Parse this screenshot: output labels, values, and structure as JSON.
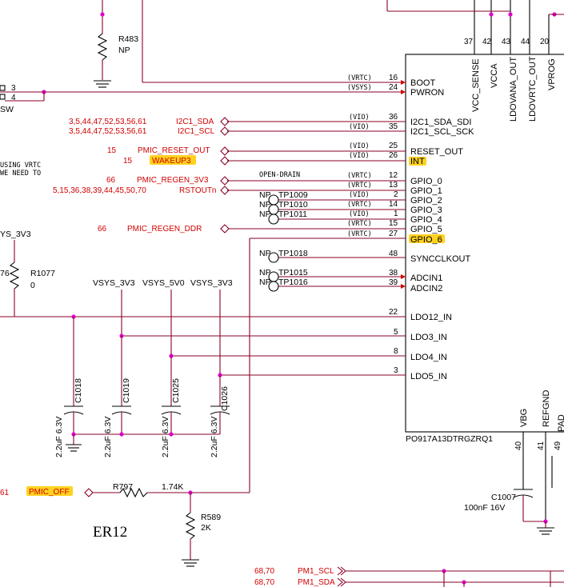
{
  "chip": {
    "part": "PO917A13DTRGZRQ1",
    "top_pins": [
      {
        "num": "37",
        "name": "VCC_SENSE"
      },
      {
        "num": "42",
        "name": "VCCA"
      },
      {
        "num": "43",
        "name": "LDOVANA_OUT"
      },
      {
        "num": "44",
        "name": "LDOVRTC_OUT"
      },
      {
        "num": "20",
        "name": "VPROG"
      }
    ],
    "left_pins": [
      {
        "num": "16",
        "name": "BOOT"
      },
      {
        "num": "24",
        "name": "PWRON"
      },
      {
        "num": "36",
        "name": "I2C1_SDA_SDI"
      },
      {
        "num": "35",
        "name": "I2C1_SCL_SCK"
      },
      {
        "num": "25",
        "name": "RESET_OUT"
      },
      {
        "num": "26",
        "name": "INT"
      },
      {
        "num": "12",
        "name": "GPIO_0"
      },
      {
        "num": "13",
        "name": "GPIO_1"
      },
      {
        "num": "2",
        "name": "GPIO_2"
      },
      {
        "num": "14",
        "name": "GPIO_3"
      },
      {
        "num": "1",
        "name": "GPIO_4"
      },
      {
        "num": "15",
        "name": "GPIO_5"
      },
      {
        "num": "27",
        "name": "GPIO_6"
      },
      {
        "num": "48",
        "name": "SYNCCLKOUT"
      },
      {
        "num": "38",
        "name": "ADCIN1"
      },
      {
        "num": "39",
        "name": "ADCIN2"
      },
      {
        "num": "22",
        "name": "LDO12_IN"
      },
      {
        "num": "5",
        "name": "LDO3_IN"
      },
      {
        "num": "8",
        "name": "LDO4_IN"
      },
      {
        "num": "3",
        "name": "LDO5_IN"
      }
    ],
    "bottom_pins": [
      {
        "num": "40",
        "name": "VBG"
      },
      {
        "num": "41",
        "name": "REFGND"
      },
      {
        "num": "49",
        "name": "PAD"
      }
    ]
  },
  "rails": {
    "vrtc": "(VRTC)",
    "vsys": "(VSYS)",
    "vio": "(VIO)",
    "open_drain": "OPEN-DRAIN"
  },
  "nets": {
    "i2c_sda": {
      "label": "I2C1_SDA",
      "refs": "3,5,44,47,52,53,56,61"
    },
    "i2c_scl": {
      "label": "I2C1_SCL",
      "refs": "3,5,44,47,52,53,56,61"
    },
    "reset_out": {
      "label": "PMIC_RESET_OUT",
      "refs": "15"
    },
    "wakeup3": {
      "label": "WAKEUP3",
      "refs": "15"
    },
    "regen_3v3": {
      "label": "PMIC_REGEN_3V3",
      "refs": "66"
    },
    "rstoutn": {
      "label": "RSTOUTn",
      "refs": "5,15,36,38,39,44,45,50,70"
    },
    "regen_ddr": {
      "label": "PMIC_REGEN_DDR",
      "refs": "66"
    },
    "pmic_off": {
      "label": "PMIC_OFF",
      "refs": "61"
    },
    "pm1_scl": {
      "label": "PM1_SCL",
      "refs": "68,70"
    },
    "pm1_sda": {
      "label": "PM1_SDA",
      "refs": "68,70"
    }
  },
  "test_points": {
    "np": "NP",
    "tp1009": "TP1009",
    "tp1010": "TP1010",
    "tp1011": "TP1011",
    "tp1018": "TP1018",
    "tp1015": "TP1015",
    "tp1016": "TP1016"
  },
  "components": {
    "r483": {
      "ref": "R483",
      "value": "NP"
    },
    "r1077": {
      "ref": "R1077",
      "value": "0"
    },
    "r1077_left_value": "76",
    "r797": {
      "ref": "R797",
      "value": "1.74K"
    },
    "r589": {
      "ref": "R589",
      "value": "2K"
    },
    "c1018": {
      "ref": "C1018",
      "value": "2.2uF 6.3V"
    },
    "c1019": {
      "ref": "C1019",
      "value": "2.2uF 6.3V"
    },
    "c1025": {
      "ref": "C1025",
      "value": "2.2uF 6.3V"
    },
    "c1026": {
      "ref": "C1026",
      "value": "2.2uF 6.3V"
    },
    "c1007": {
      "ref": "C1007",
      "value": "100nF 16V"
    }
  },
  "supplies": {
    "vsys_3v3": "VSYS_3V3",
    "vsys_5v0": "VSYS_5V0",
    "ys_3v3": "YS_3V3"
  },
  "notes": {
    "line1": "USING VRTC",
    "line2": "WE NEED TO",
    "sw": "SW",
    "sw_pin3": "3",
    "sw_pin4": "4",
    "region": "ER12"
  }
}
